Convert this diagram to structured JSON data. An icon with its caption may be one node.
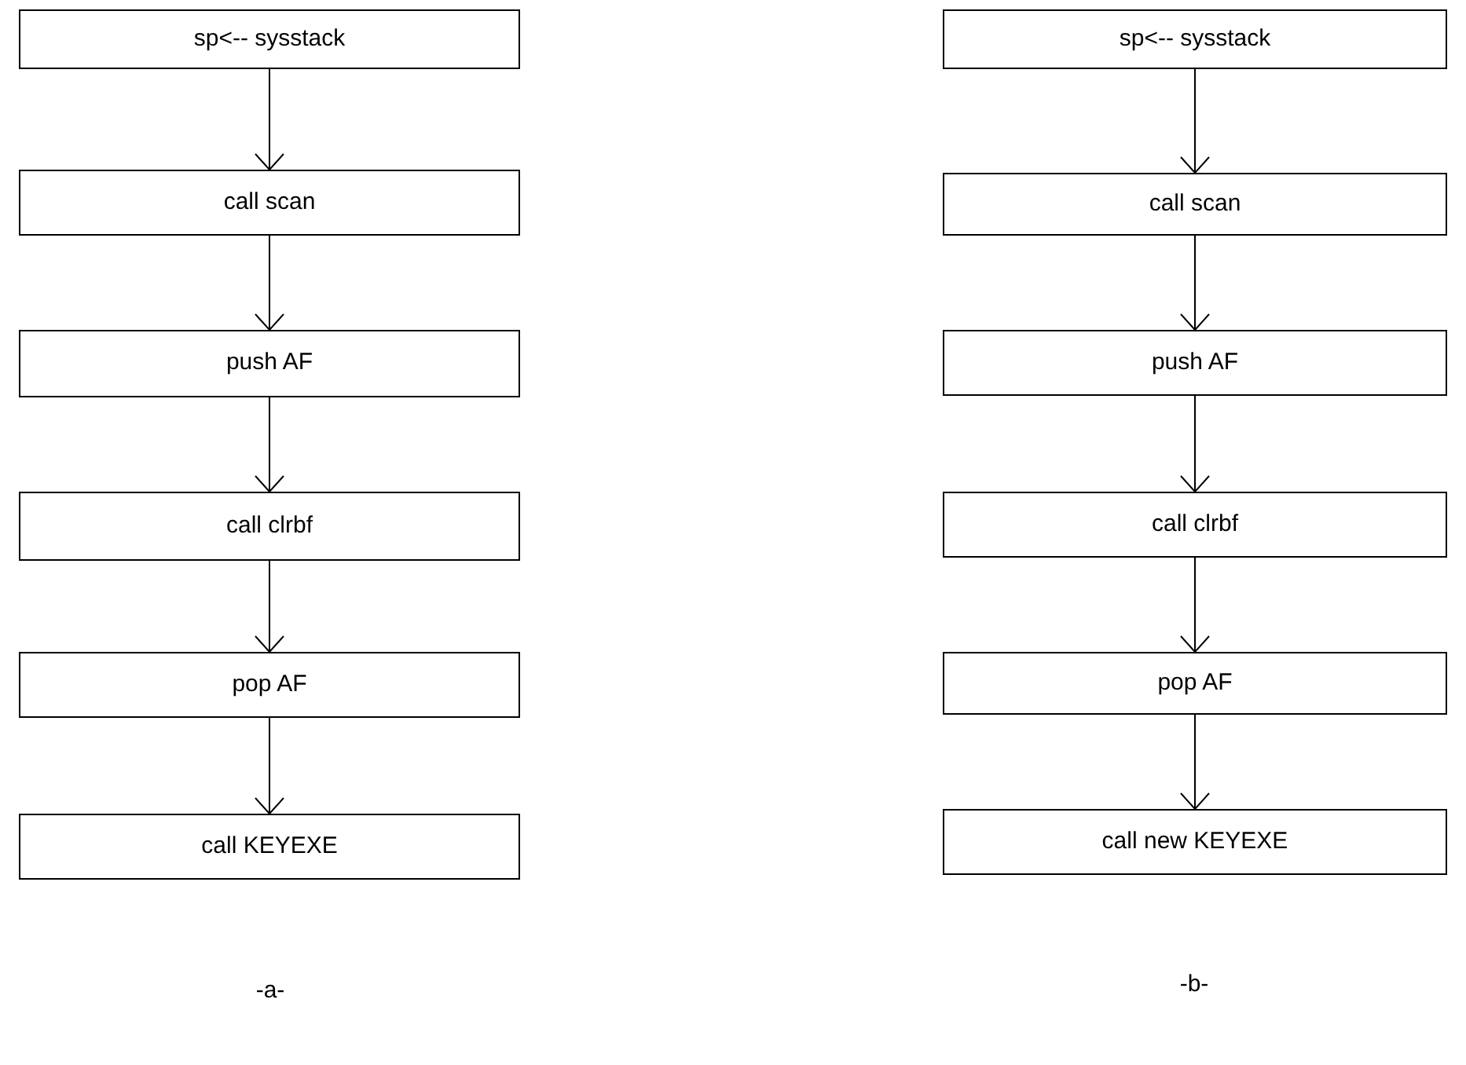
{
  "diagram": {
    "nodes": [
      {
        "text": [
          "sp<-- sysstack"
        ]
      },
      {
        "text": [
          "call scan"
        ]
      },
      {
        "text": [
          "push AF"
        ]
      },
      {
        "text": [
          "call clrbf"
        ]
      },
      {
        "text": [
          "pop AF"
        ]
      },
      {
        "text": [
          "call KEYEXE"
        ]
      },
      {
        "text": [
          "sp<-- sysstack"
        ]
      },
      {
        "text": [
          "call scan"
        ]
      },
      {
        "text": [
          "push AF"
        ]
      },
      {
        "text": [
          "call clrbf"
        ]
      },
      {
        "text": [
          "pop AF"
        ]
      },
      {
        "text": [
          "call new KEYEXE"
        ]
      }
    ],
    "edges": [
      {
        "from": 0,
        "to": 1,
        "arrow": "to"
      },
      {
        "from": 1,
        "to": 2,
        "arrow": "to"
      },
      {
        "from": 2,
        "to": 3,
        "arrow": "to"
      },
      {
        "from": 3,
        "to": 4,
        "arrow": "to"
      },
      {
        "from": 4,
        "to": 5,
        "arrow": "to"
      },
      {
        "from": 6,
        "to": 7,
        "arrow": "to"
      },
      {
        "from": 7,
        "to": 8,
        "arrow": "to"
      },
      {
        "from": 8,
        "to": 9,
        "arrow": "to"
      },
      {
        "from": 9,
        "to": 10,
        "arrow": "to"
      },
      {
        "from": 10,
        "to": 11,
        "arrow": "to"
      }
    ],
    "labels": [
      "-a-",
      "-b-"
    ]
  }
}
